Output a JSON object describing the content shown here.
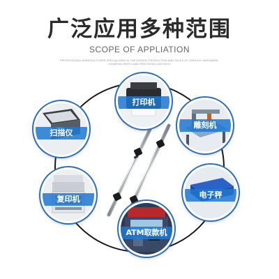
{
  "header": {
    "title": "广泛应用多种范围",
    "subtitle": "SCOPE OF APPLIATION",
    "fine_line1": "PROFESSIONAL MANUFACTURER SPECIALIZING IN THE DESIGN, PRODUCTION AND SALES OF VARIOUS HARDWARE,",
    "fine_line2": "STAMPING PARTS AND PRECISION CASTINGS."
  },
  "applications": [
    {
      "id": "printer",
      "label": "打印机",
      "icon": "printer-icon"
    },
    {
      "id": "scanner",
      "label": "扫描仪",
      "icon": "scanner-icon"
    },
    {
      "id": "engraver",
      "label": "雕刻机",
      "icon": "engraver-icon"
    },
    {
      "id": "copier",
      "label": "复印机",
      "icon": "copier-icon"
    },
    {
      "id": "scale",
      "label": "电子秤",
      "icon": "scale-icon"
    },
    {
      "id": "atm",
      "label": "ATM取款机",
      "icon": "atm-icon"
    }
  ],
  "colors": {
    "accent": "#2f6fb6",
    "label_bg": "#1e78d2",
    "ring": "#1a1a1a"
  }
}
